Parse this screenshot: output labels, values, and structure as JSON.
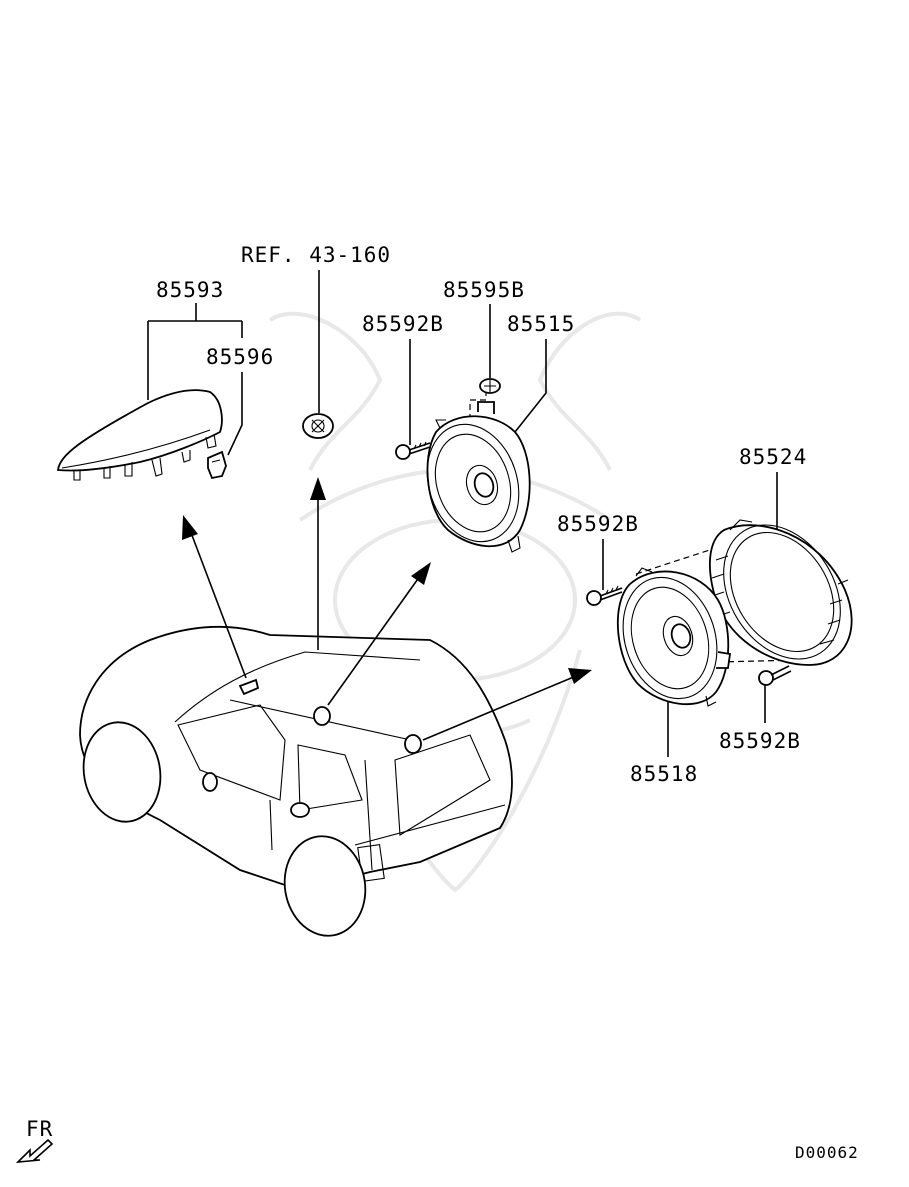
{
  "labels": {
    "ref": "REF. 43-160",
    "p85593": "85593",
    "p85596": "85596",
    "p85595b": "85595B",
    "p85592b_top": "85592B",
    "p85515": "85515",
    "p85524": "85524",
    "p85592b_mid": "85592B",
    "p85592b_low": "85592B",
    "p85518": "85518",
    "front": "FR",
    "diagram_code": "D00062"
  }
}
